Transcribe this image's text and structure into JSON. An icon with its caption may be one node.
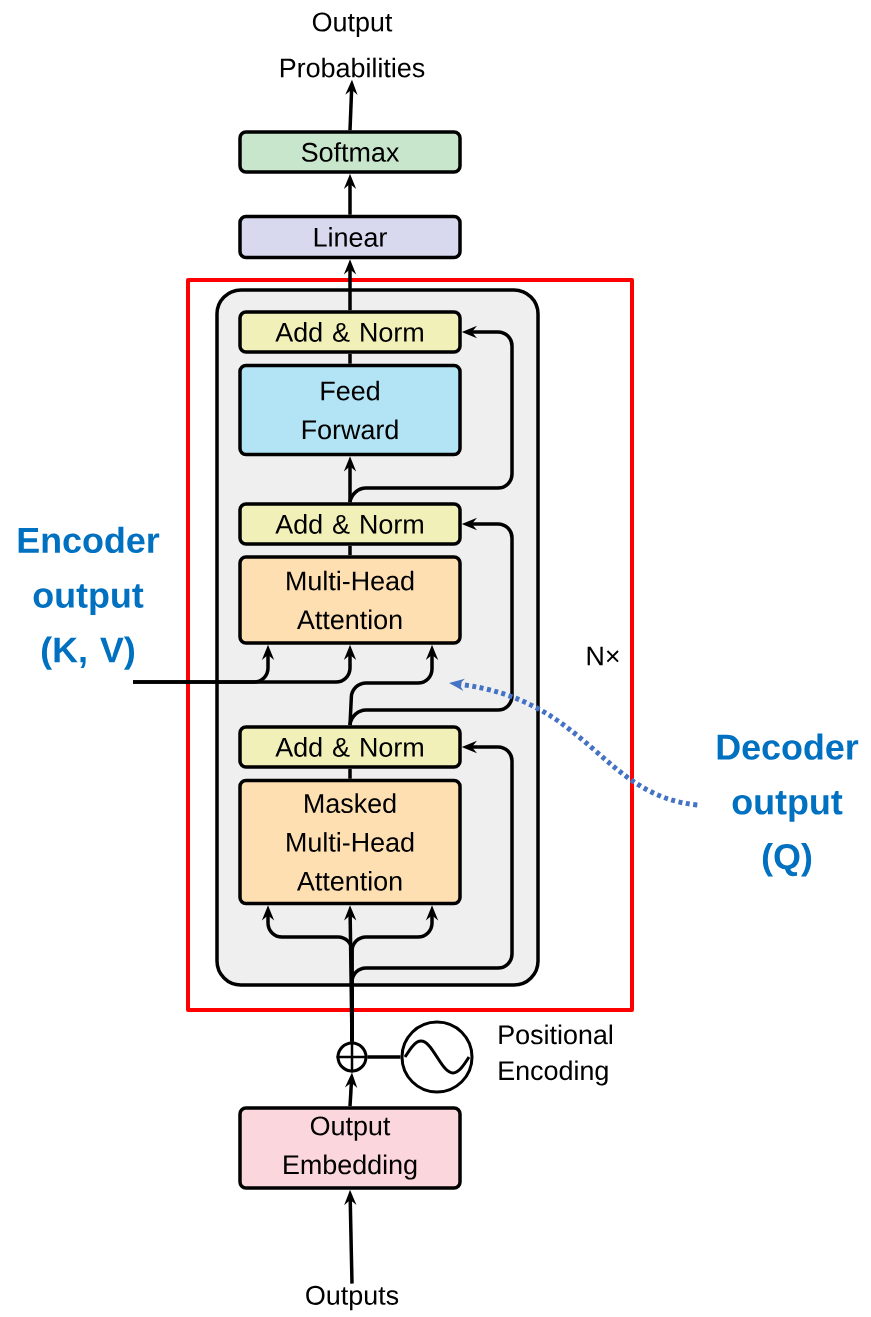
{
  "diagram": {
    "nodes": [
      {
        "text": [
          "Output Probabilities"
        ]
      },
      {
        "text": [
          "Softmax"
        ]
      },
      {
        "text": [
          "Linear"
        ]
      },
      {
        "text": [],
        "shape": "box",
        "beside": [
          "N×"
        ]
      },
      {
        "text": [
          "Add & Norm"
        ],
        "in": 3
      },
      {
        "text": [
          "Feed Forward"
        ],
        "in": 3
      },
      {
        "text": [
          "Add & Norm"
        ],
        "in": 3
      },
      {
        "text": [
          "Multi-Head Attention"
        ],
        "in": 3
      },
      {
        "text": [
          "Add & Norm"
        ],
        "in": 3
      },
      {
        "text": [
          "Masked Multi-Head Attention"
        ],
        "in": 3
      },
      {
        "text": [
          "Encoder output (K, V)"
        ]
      },
      {
        "text": [
          "Decoder output (Q)"
        ]
      },
      {
        "text": [],
        "shape": "circle"
      },
      {
        "text": [],
        "shape": "circle",
        "beside": [
          "Positional Encoding"
        ]
      },
      {
        "text": [
          "Output Embedding"
        ]
      },
      {
        "text": [
          "Outputs"
        ]
      }
    ],
    "edges": [
      {
        "from": 15,
        "to": 14,
        "arrow": "to"
      },
      {
        "from": 14,
        "to": 12,
        "arrow": "to"
      },
      {
        "from": 13,
        "to": 12,
        "arrow": "none"
      },
      {
        "from": 12,
        "to": 9,
        "arrow": "to"
      },
      {
        "from": 12,
        "to": 9,
        "arrow": "to"
      },
      {
        "from": 12,
        "to": 9,
        "arrow": "to"
      },
      {
        "from": 12,
        "to": 8,
        "arrow": "to"
      },
      {
        "from": 9,
        "to": 8,
        "arrow": "none"
      },
      {
        "from": 8,
        "to": 7,
        "arrow": "to"
      },
      {
        "from": 8,
        "to": 6,
        "arrow": "to"
      },
      {
        "from": 10,
        "to": 7,
        "arrow": "to"
      },
      {
        "from": 10,
        "to": 7,
        "arrow": "to"
      },
      {
        "from": 7,
        "to": 6,
        "arrow": "none"
      },
      {
        "from": 6,
        "to": 5,
        "arrow": "to"
      },
      {
        "from": 6,
        "to": 4,
        "arrow": "to"
      },
      {
        "from": 5,
        "to": 4,
        "arrow": "none"
      },
      {
        "from": 4,
        "to": 2,
        "arrow": "to"
      },
      {
        "from": 2,
        "to": 1,
        "arrow": "to"
      },
      {
        "from": 1,
        "to": 0,
        "arrow": "to"
      },
      {
        "from": 11,
        "to": null,
        "arrow": "to",
        "style": "dashed",
        "color": "#4472c4"
      }
    ]
  }
}
